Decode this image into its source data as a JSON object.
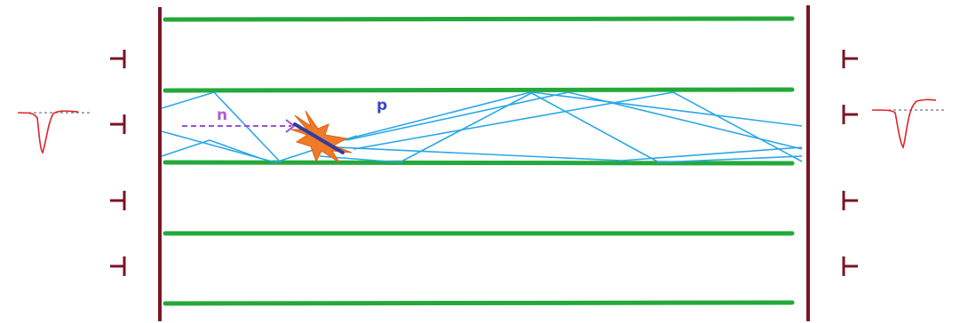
{
  "labels": {
    "incoming_particle": "n",
    "recoil_particle": "p"
  },
  "colors": {
    "wall": "#7a1424",
    "layer": "#24a83a",
    "light_ray": "#2aa7e8",
    "neutron": "#9b4fd1",
    "neutron_label": "#b05ad6",
    "proton_label": "#3b45c8",
    "proton_track": "#2e3f9e",
    "flash": "#f07a28",
    "pulse": "#e0242a",
    "baseline": "#555555"
  },
  "icons": {
    "interaction": "scintillation-flash-icon",
    "left_signal": "pmt-pulse-waveform",
    "right_signal": "pmt-pulse-waveform"
  }
}
